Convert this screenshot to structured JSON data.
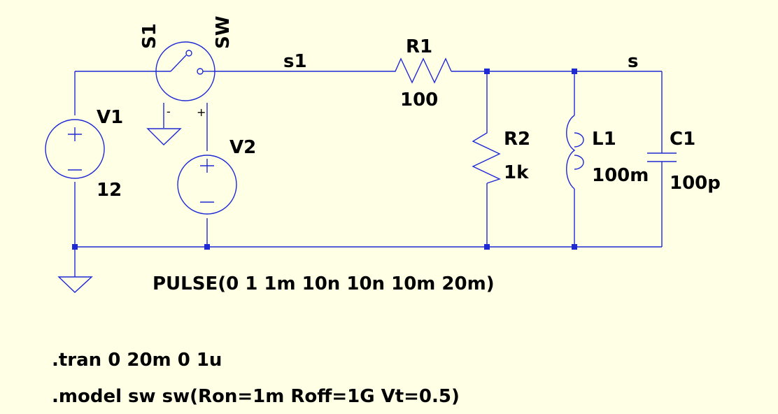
{
  "colors": {
    "background": "#FFFFE6",
    "wire": "#1F29D4",
    "text": "#000000"
  },
  "components": {
    "v1": {
      "name": "V1",
      "value": "12"
    },
    "v2": {
      "name": "V2",
      "value": "PULSE(0 1 1m 10n 10n 10m 20m)"
    },
    "s1": {
      "name": "S1",
      "model": "SW"
    },
    "r1": {
      "name": "R1",
      "value": "100"
    },
    "r2": {
      "name": "R2",
      "value": "1k"
    },
    "l1": {
      "name": "L1",
      "value": "100m"
    },
    "c1": {
      "name": "C1",
      "value": "100p"
    }
  },
  "nets": {
    "s1": "s1",
    "s": "s"
  },
  "switch_pins": {
    "minus": "-",
    "plus": "+"
  },
  "directives": {
    "tran": ".tran 0 20m 0 1u",
    "model": ".model sw sw(Ron=1m Roff=1G Vt=0.5)"
  }
}
